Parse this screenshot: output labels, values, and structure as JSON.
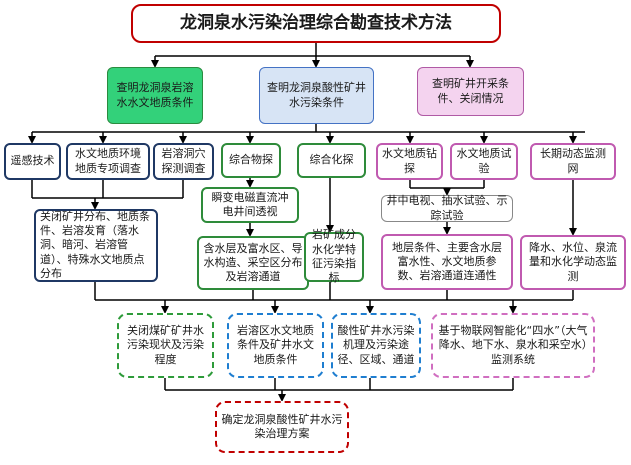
{
  "title": "龙洞泉水污染治理综合勘查技术方法",
  "tier1": [
    "查明龙洞泉岩溶水水文地质条件",
    "查明龙洞泉酸性矿井水污染条件",
    "查明矿井开采条件、关闭情况"
  ],
  "methods": [
    "遥感技术",
    "水文地质环境地质专项调查",
    "岩溶洞穴探测调查",
    "综合物探",
    "综合化探",
    "水文地质钻探",
    "水文地质试验",
    "长期动态监测网"
  ],
  "details": {
    "survey_result": "关闭矿井分布、地质条件、岩溶发育（落水洞、暗河、岩溶管道）、特殊水文地质点分布",
    "tem": "瞬变电磁直流冲电井间透视",
    "geophys_result": "含水层及富水区、导水构造、采空区分布及岩溶通道",
    "geochem_result": "岩矿成分水化学特征污染指标",
    "tests": "井中电视、抽水试验、示踪试验",
    "drill_result": "地层条件、主要含水层富水性、水文地质参数、岩溶通道连通性",
    "monitor_result": "降水、水位、泉流量和水化学动态监测"
  },
  "outcomes": [
    "关闭煤矿矿井水污染现状及污染程度",
    "岩溶区水文地质条件及矿井水文地质条件",
    "酸性矿井水污染机理及污染途径、区域、通道",
    "基于物联网智能化“四水”（大气降水、地下水、泉水和采空水）监测系统"
  ],
  "final": "确定龙洞泉酸性矿井水污染治理方案"
}
